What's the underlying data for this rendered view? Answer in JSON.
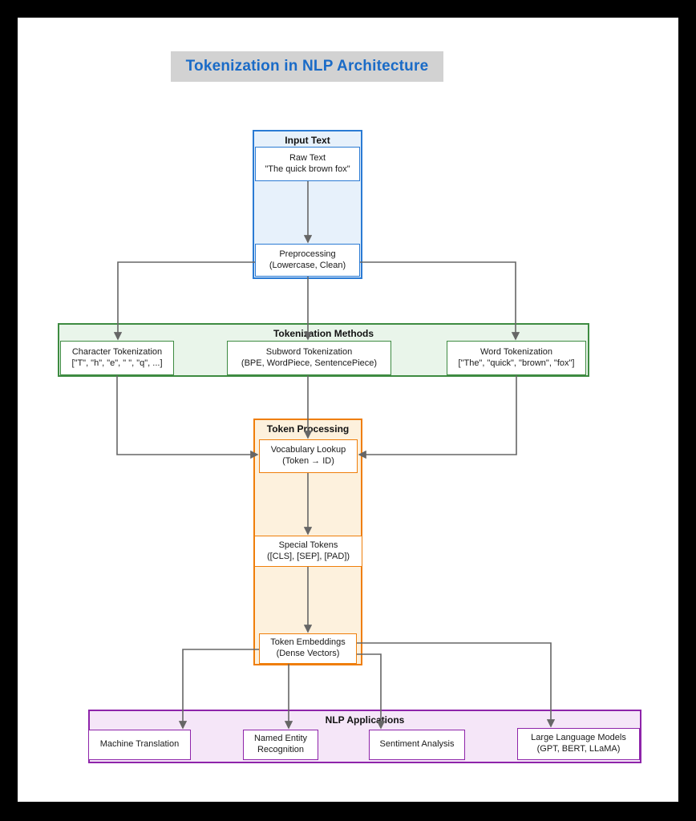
{
  "page_title": "Tokenization in NLP Architecture",
  "colors": {
    "frame_bg": "#000000",
    "canvas_bg": "#ffffff",
    "title_text": "#1a6bc7",
    "title_bg": "#d2d2d2",
    "blue_border": "#2b7bd4",
    "blue_fill": "#e7f1fb",
    "green_border": "#3d8b41",
    "green_fill": "#e9f5ea",
    "orange_border": "#ef7e0a",
    "orange_fill": "#fdf1dd",
    "purple_border": "#8e24aa",
    "purple_fill": "#f5e6f8",
    "arrow": "#666666",
    "node_bg": "#ffffff",
    "node_text": "#1a1a1a"
  },
  "groups": {
    "input_text": {
      "label": "Input Text"
    },
    "tokenization_methods": {
      "label": "Tokenization Methods"
    },
    "token_processing": {
      "label": "Token Processing"
    },
    "nlp_applications": {
      "label": "NLP Applications"
    }
  },
  "nodes": {
    "raw_text": {
      "title": "Raw Text",
      "subtitle": "\"The quick brown fox\""
    },
    "preprocessing": {
      "title": "Preprocessing",
      "subtitle": "(Lowercase, Clean)"
    },
    "character_tokenization": {
      "title": "Character Tokenization",
      "subtitle": "[\"T\", \"h\", \"e\", \" \", \"q\", ...]"
    },
    "subword_tokenization": {
      "title": "Subword Tokenization",
      "subtitle": "(BPE, WordPiece, SentencePiece)"
    },
    "word_tokenization": {
      "title": "Word Tokenization",
      "subtitle": "[\"The\", \"quick\", \"brown\", \"fox\"]"
    },
    "vocabulary_lookup": {
      "title": "Vocabulary Lookup",
      "subtitle": "(Token → ID)"
    },
    "special_tokens": {
      "title": "Special Tokens",
      "subtitle": "([CLS], [SEP], [PAD])"
    },
    "token_embeddings": {
      "title": "Token Embeddings",
      "subtitle": "(Dense Vectors)"
    },
    "machine_translation": {
      "title": "Machine Translation"
    },
    "named_entity_recognition": {
      "title": "Named Entity Recognition"
    },
    "sentiment_analysis": {
      "title": "Sentiment Analysis"
    },
    "large_language_models": {
      "title": "Large Language Models",
      "subtitle": "(GPT, BERT, LLaMA)"
    }
  }
}
